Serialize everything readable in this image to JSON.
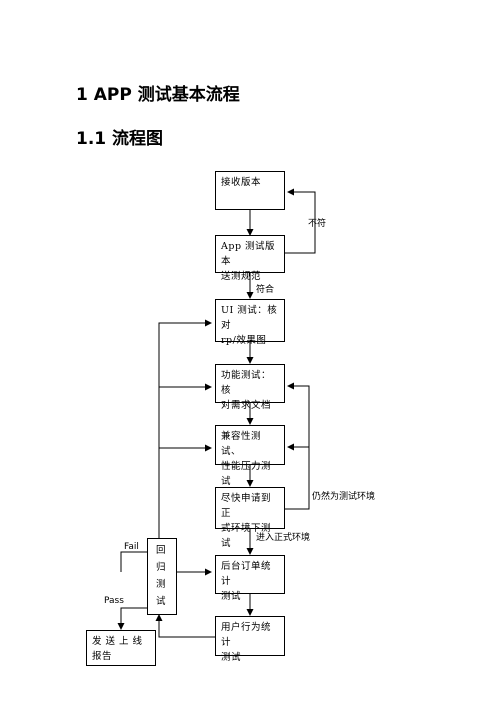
{
  "headings": {
    "h1": "1 APP 测试基本流程",
    "h2": "1.1 流程图"
  },
  "boxes": {
    "receive": [
      "接收版本"
    ],
    "app_test": [
      "App 测试版本",
      "送测规范"
    ],
    "ui_test": [
      "UI 测试：核对",
      "rp/效果图"
    ],
    "func_test": [
      "功能测试：核",
      "对需求文档"
    ],
    "compat_test": [
      "兼容性测试、",
      "性能压力测试"
    ],
    "apply_prod": [
      "尽快申请到正",
      "式环境下测试"
    ],
    "backend_stats": [
      "后台订单统计",
      "测试"
    ],
    "user_stats": [
      "用户行为统计",
      "测试"
    ],
    "regression": [
      "回",
      "归",
      "测",
      "试"
    ],
    "release_report": [
      "发 送 上 线",
      "报告"
    ]
  },
  "labels": {
    "not_match": "不符",
    "match": "符合",
    "still_test_env": "仍然为测试环境",
    "enter_prod": "进入正式环境",
    "fail": "Fail",
    "pass": "Pass"
  },
  "colors": {
    "line": "#000000",
    "text": "#000000",
    "background": "#ffffff"
  }
}
